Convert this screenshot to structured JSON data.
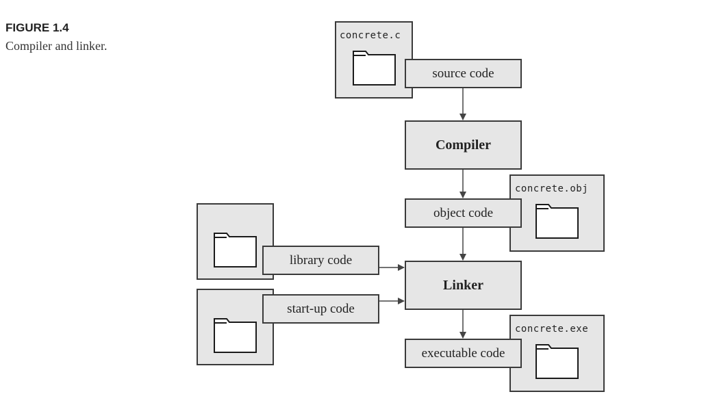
{
  "caption": {
    "label": "FIGURE 1.4",
    "text": "Compiler and linker."
  },
  "files": {
    "source": "concrete.c",
    "object": "concrete.obj",
    "executable": "concrete.exe"
  },
  "codes": {
    "source": "source code",
    "object": "object code",
    "library": "library code",
    "startup": "start-up code",
    "executable": "executable code"
  },
  "processes": {
    "compiler": "Compiler",
    "linker": "Linker"
  },
  "icons": [
    "folder-icon"
  ],
  "colors": {
    "box_fill": "#e6e6e6",
    "outline": "#3a3a3a",
    "arrow": "#444444"
  }
}
